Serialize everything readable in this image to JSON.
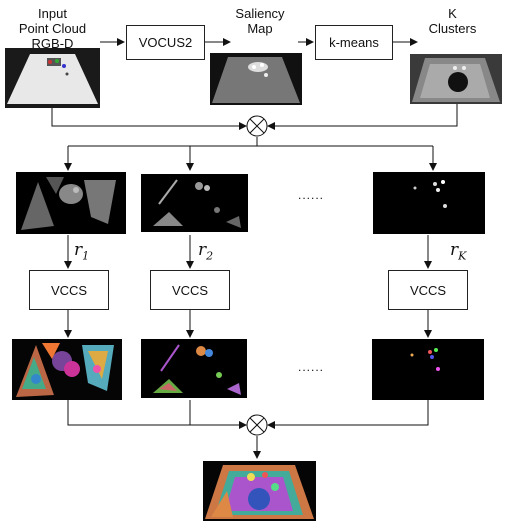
{
  "input_label": "Input\nPoint Cloud\nRGB-D",
  "saliency_label": "Saliency\nMap",
  "clusters_label": "K\nClusters",
  "vocus_box": "VOCUS2",
  "kmeans_box": "k-means",
  "vccs_box_1": "VCCS",
  "vccs_box_2": "VCCS",
  "vccs_box_k": "VCCS",
  "r1": {
    "base": "r",
    "sub": "1"
  },
  "r2": {
    "base": "r",
    "sub": "2"
  },
  "rK": {
    "base": "r",
    "sub": "K"
  },
  "ellipsis_top": "......",
  "ellipsis_bottom": "......",
  "operator_symbol": "⊗"
}
